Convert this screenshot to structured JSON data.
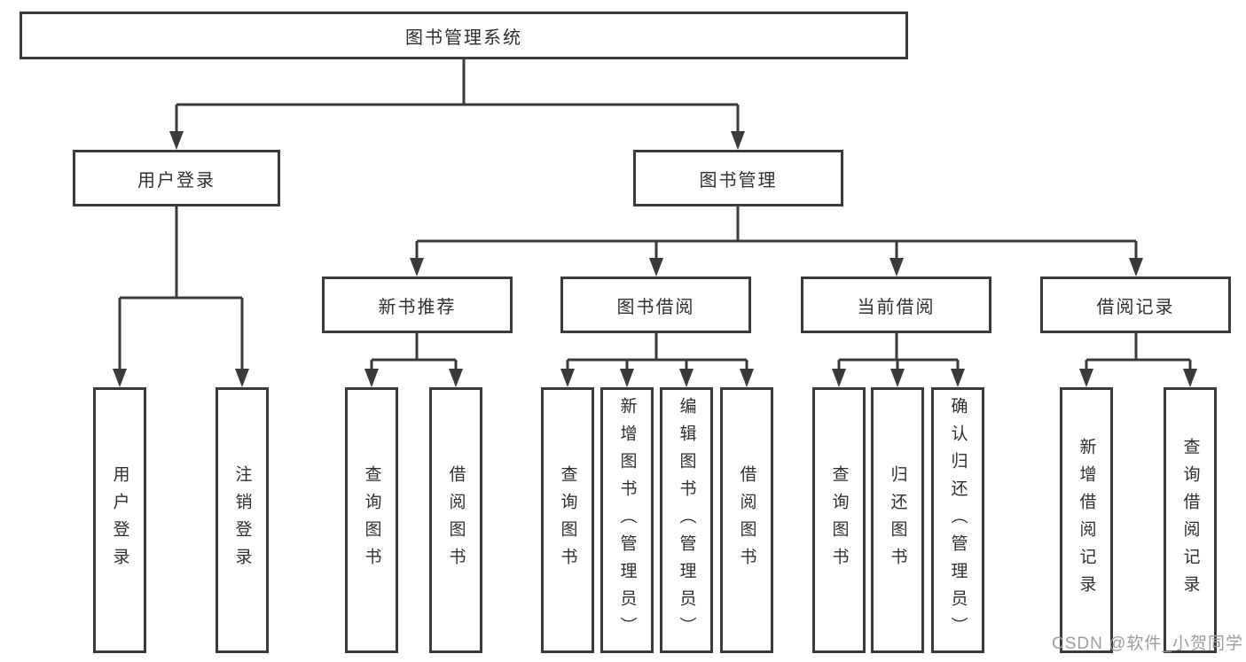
{
  "colors": {
    "line": "#3a3a3a",
    "box_border": "#3a3a3a",
    "box_background": "#ffffff",
    "text": "#2f2f2f",
    "watermark": "#9d9d9d",
    "background": "#ffffff"
  },
  "watermark": "CSDN @软件_小贺同学",
  "tree": {
    "label": "图书管理系统",
    "children": [
      {
        "label": "用户登录",
        "children": [
          {
            "label": "用户登录"
          },
          {
            "label": "注销登录"
          }
        ]
      },
      {
        "label": "图书管理",
        "children": [
          {
            "label": "新书推荐",
            "children": [
              {
                "label": "查询图书"
              },
              {
                "label": "借阅图书"
              }
            ]
          },
          {
            "label": "图书借阅",
            "children": [
              {
                "label": "查询图书"
              },
              {
                "label": "新增图书（管理员）"
              },
              {
                "label": "编辑图书（管理员）"
              },
              {
                "label": "借阅图书"
              }
            ]
          },
          {
            "label": "当前借阅",
            "children": [
              {
                "label": "查询图书"
              },
              {
                "label": "归还图书"
              },
              {
                "label": "确认归还（管理员）"
              }
            ]
          },
          {
            "label": "借阅记录",
            "children": [
              {
                "label": "新增借阅记录"
              },
              {
                "label": "查询借阅记录"
              }
            ]
          }
        ]
      }
    ]
  }
}
